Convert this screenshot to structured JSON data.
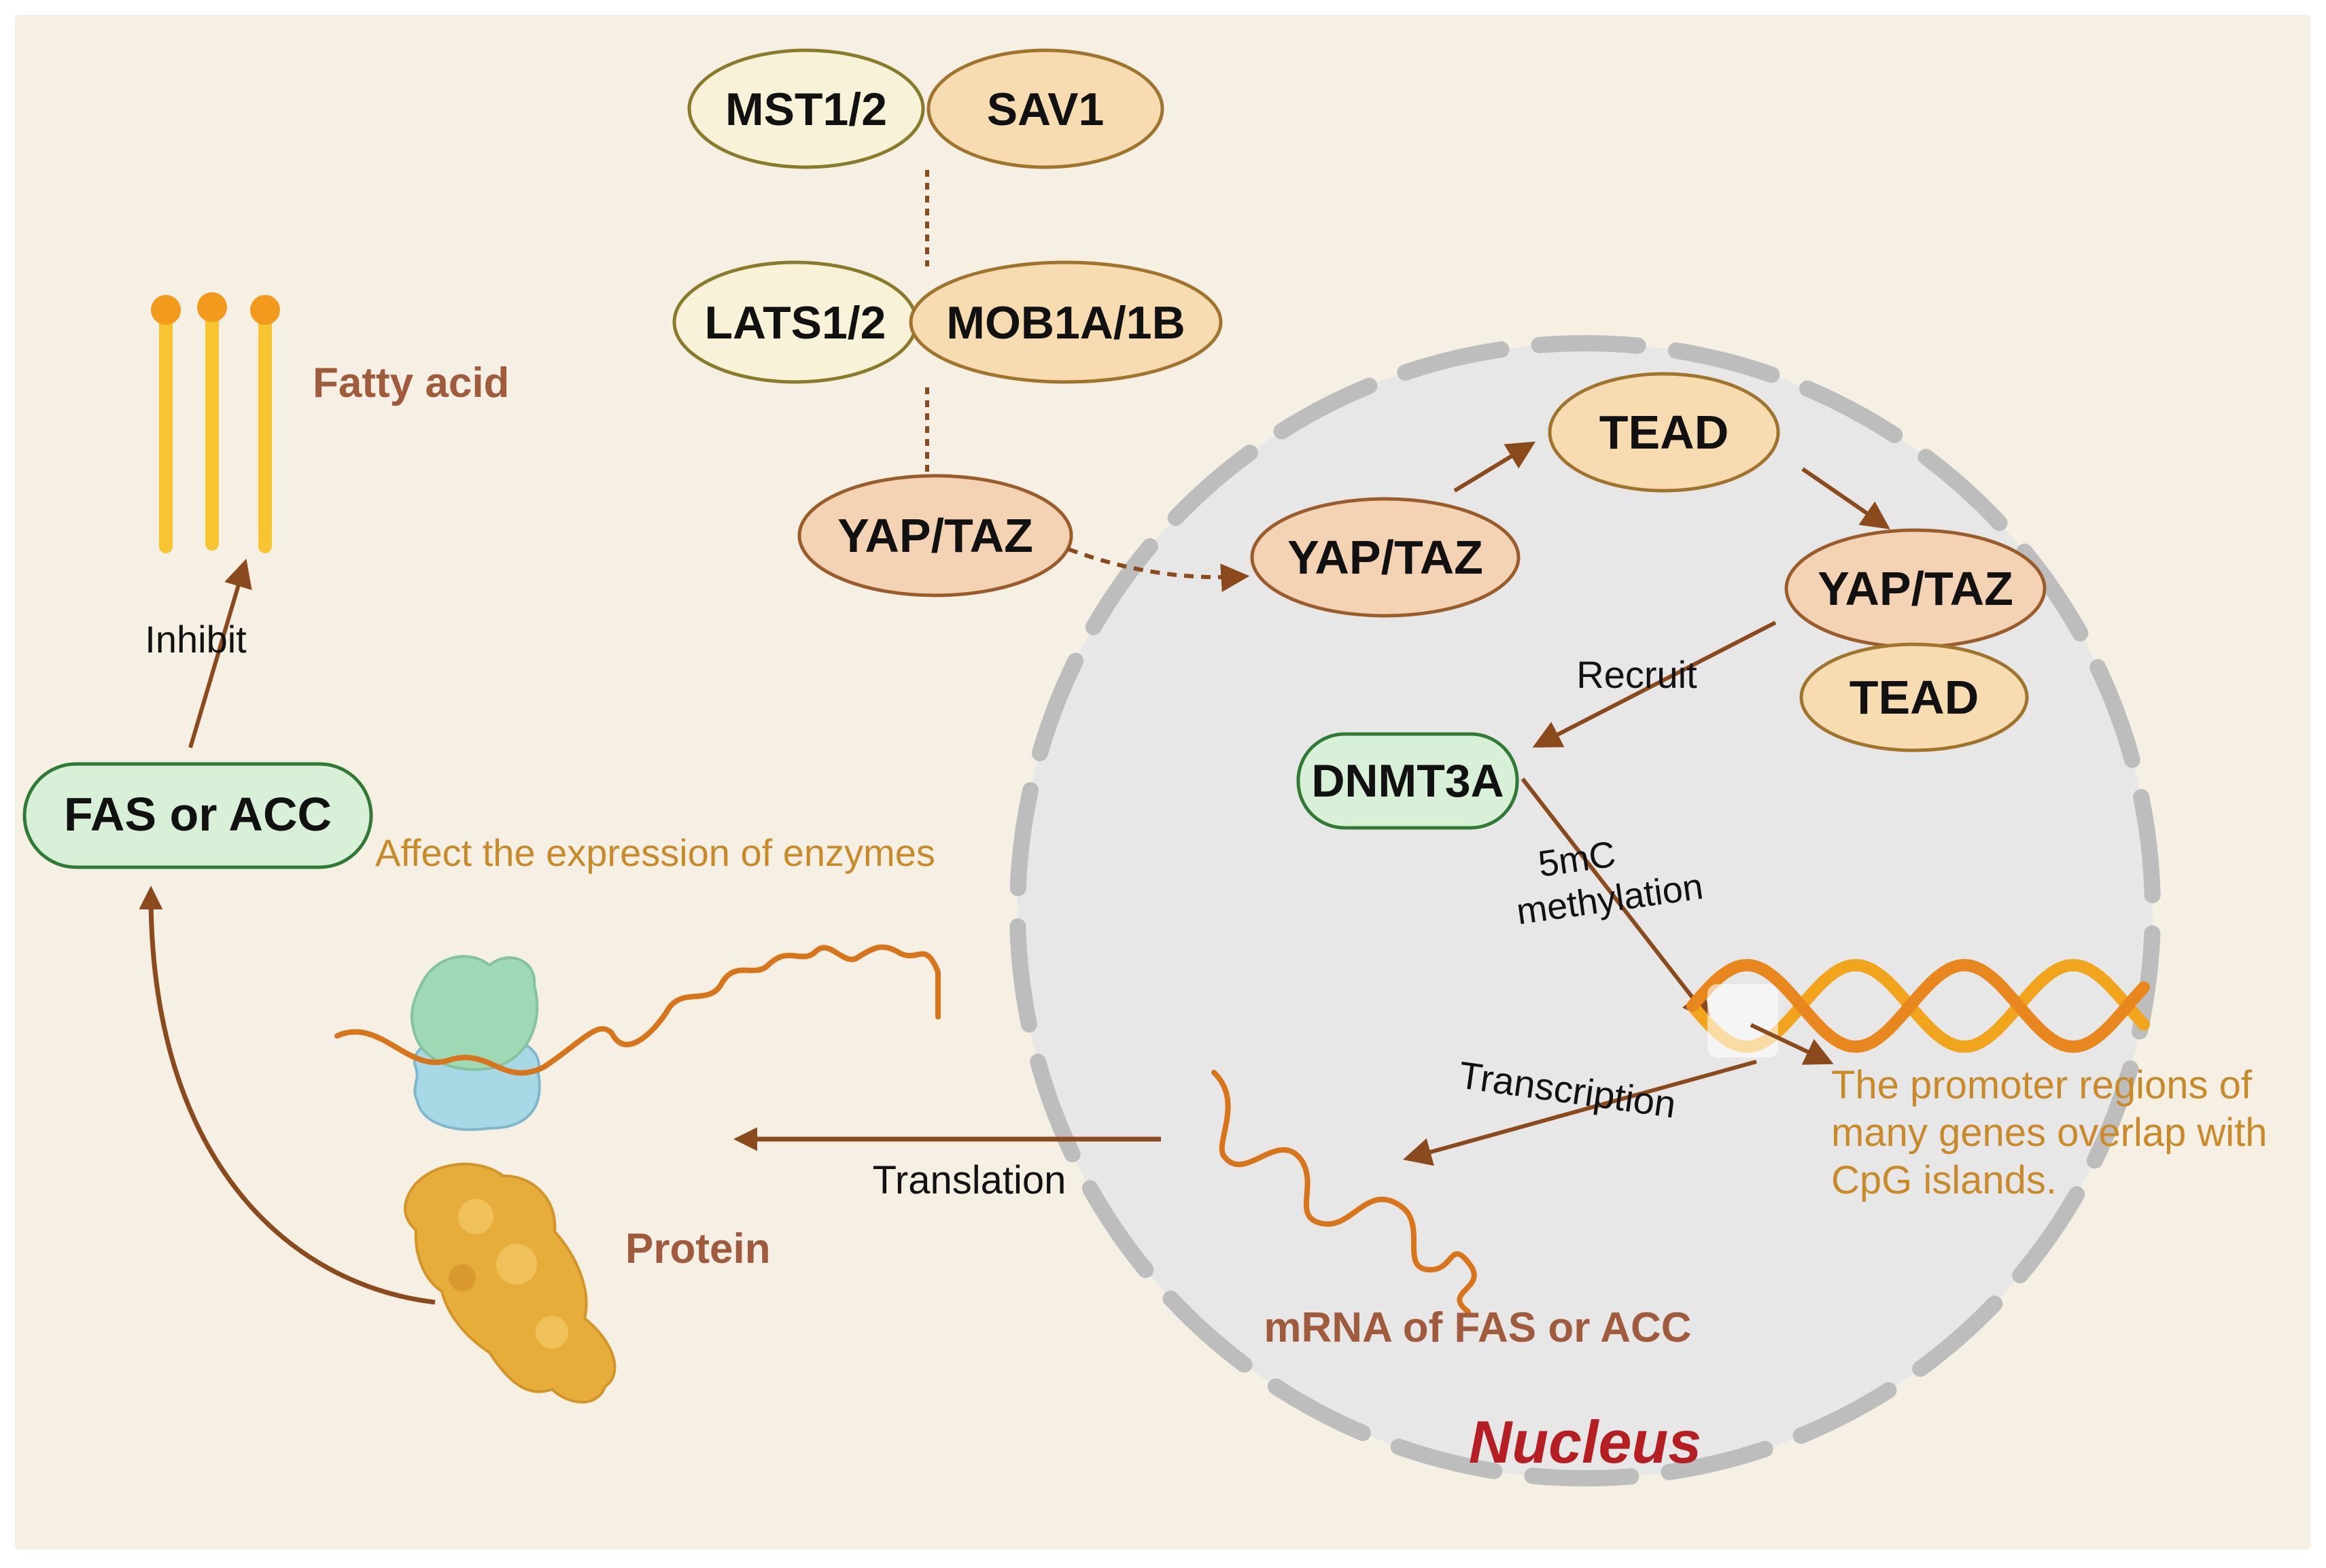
{
  "colors": {
    "background": "#f6efe3",
    "nucleus_fill": "#e8e7e8",
    "nucleus_rim": "#bdbdbd",
    "arrow": "#8a4a1c",
    "label_brown": "#a05a3c",
    "label_orange": "#c98a2a",
    "nucleus_label": "#b51f24",
    "enzyme_box_fill": "#d9f0d8",
    "enzyme_box_border": "#2f7a34",
    "fatty_acid_yellow": "#f7c531",
    "fatty_acid_head": "#f29a1b",
    "mrna_orange": "#d8741a",
    "dna_gold": "#f0a51d",
    "protein_gold": "#e6ad3b"
  },
  "hippo": {
    "mst": "MST1/2",
    "sav": "SAV1",
    "lats": "LATS1/2",
    "mob": "MOB1A/1B",
    "yap_cytoplasm": "YAP/TAZ"
  },
  "nucleus": {
    "label": "Nucleus",
    "yap_entry": "YAP/TAZ",
    "tead_top": "TEAD",
    "yap_complex": "YAP/TAZ",
    "tead_complex": "TEAD",
    "dnmt3a": "DNMT3A",
    "recruit": "Recruit",
    "methylation_line1": "5mC",
    "methylation_line2": "methylation",
    "transcription": "Transcription",
    "promoter_line1": "The promoter regions of",
    "promoter_line2": "many genes overlap with",
    "promoter_line3": "CpG islands.",
    "mrna_label": "mRNA of FAS or ACC"
  },
  "cytoplasm": {
    "fatty_acid": "Fatty acid",
    "inhibit": "Inhibit",
    "enzyme_box": "FAS or ACC",
    "affect_expression": "Affect the expression of enzymes",
    "translation": "Translation",
    "protein": "Protein"
  }
}
